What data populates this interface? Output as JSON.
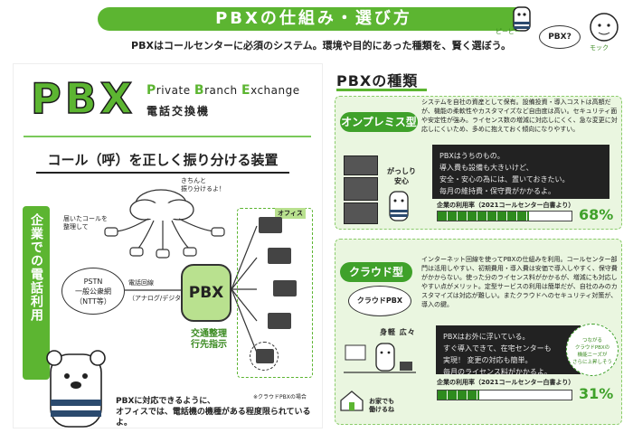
{
  "header": {
    "title": "PBXの仕組み・選び方",
    "subtitle": "PBXはコールセンターに必須のシステム。環境や目的にあった種類を、賢く選ぼう。",
    "mascot1": "ピーピー",
    "mascot2": "モック",
    "bubble": "PBX?"
  },
  "left": {
    "big": "PBX",
    "en_p": "P",
    "en_rivate": "rivate ",
    "en_b": "B",
    "en_ranch": "ranch ",
    "en_e": "E",
    "en_xchange": "xchange",
    "jp": "電話交換機",
    "tagline": "コール（呼）を正しく振り分ける装置",
    "side": "企業での電話利用",
    "pstn": "PSTN\n一般公衆網\n（NTT等）",
    "line1": "電話回線",
    "line2": "（アナログ/デジタル）",
    "pbx": "PBX",
    "kotsu": "交通整理\n行先指示",
    "office": "オフィス",
    "ann1": "届いたコールを\n整理して",
    "ann2": "きちんと\n振り分けるよ！",
    "cloud_note": "※クラウドPBXの場合",
    "caption": "PBXに対応できるように、\nオフィスでは、電話機の機種がある程度限られているよ。"
  },
  "right": {
    "title": "PBXの種類",
    "onprem": {
      "label": "オンプレミス型",
      "desc": "システムを自社の資産として保有。設備投資・導入コストは高額だが、機能の柔軟性やカスタマイズなど自由度は高い。セキュリティ面や安定性が強み。ライセンス数の増減に対応しにくく、急な変更に対応しにくいため、多めに抱えておく傾向になりやすい。",
      "tag": "がっしり\n安心",
      "note": "PBXはうちのもの。\n導入費も設備も大きいけど、\n安全・安心の為には、置いておきたい。\n毎月の維持費・保守費がかかるよ。",
      "rate_label": "企業の利用率（2021コールセンター白書より）",
      "rate": 68,
      "rate_text": "68%"
    },
    "cloud": {
      "label": "クラウド型",
      "desc": "インターネット回線を使ってPBXの仕組みを利用。コールセンター部門は活用しやすい、初期費用・導入費は安価で導入しやすく、保守費がかからない。使った分のライセンス料がかかるが、増減にも対応しやすい点がメリット。定型サービスの利用は簡単だが、自社のみのカスタマイズは対応が難しい。またクラウドへのセキュリティ対策が、導入の鍵。",
      "badge": "クラウドPBX",
      "tag": "身軽 広々",
      "note": "PBXはお外に浮いている。\nすぐ導入できて、在宅センターも\n実現！ 変更の対応も簡単。\n毎月のライセンス料がかかるよ。",
      "circle": "つながる\nクラウドPBXの\n機能ニーズが\nさらに上昇しそう",
      "home": "お家でも\n働けるね",
      "rate_label": "企業の利用率（2021コールセンター白書より）",
      "rate": 31,
      "rate_text": "31%"
    }
  }
}
